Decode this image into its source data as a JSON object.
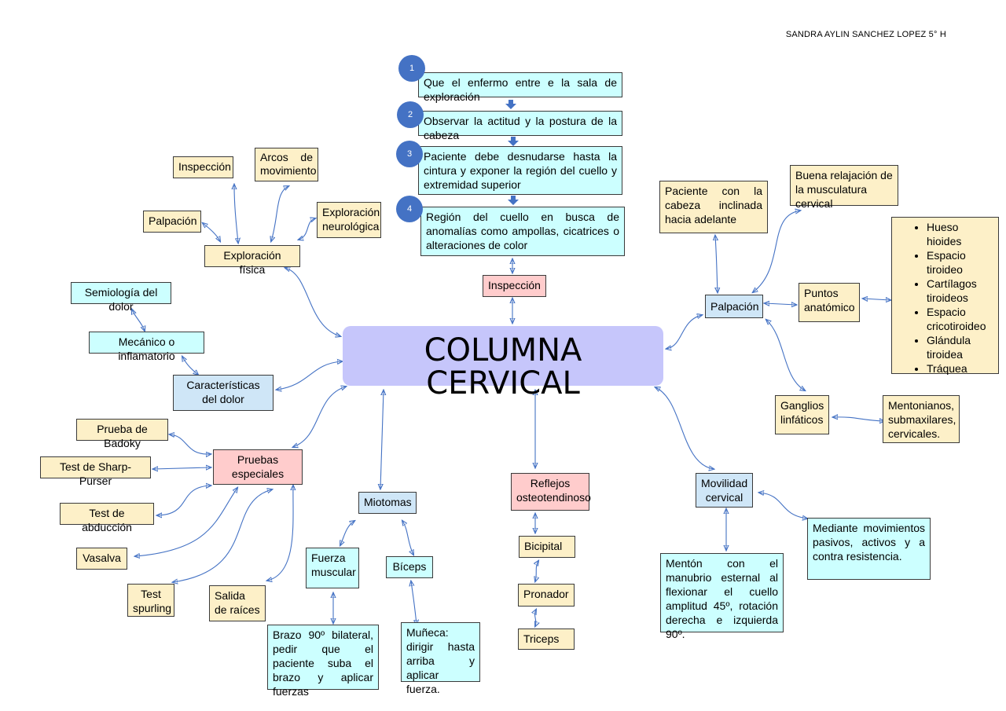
{
  "author": "SANDRA AYLIN SANCHEZ LOPEZ 5° H",
  "center": "COLUMNA CERVICAL",
  "steps": [
    {
      "num": "1",
      "text": "Que el enfermo entre e la sala de exploración"
    },
    {
      "num": "2",
      "text": "Observar la actitud y la postura de la cabeza"
    },
    {
      "num": "3",
      "text": "Paciente debe desnudarse hasta la cintura y exponer la región del cuello y extremidad superior"
    },
    {
      "num": "4",
      "text": "Región del cuello en busca de anomalías como ampollas, cicatrices o alteraciones de color"
    }
  ],
  "inspeccion": "Inspección",
  "exploracion": {
    "title": "Exploración física",
    "inspeccion": "Inspección",
    "arcos": "Arcos de movimiento",
    "palpacion": "Palpación",
    "neurologica": "Exploración neurológica"
  },
  "dolor": {
    "semiologia": "Semiología del dolor",
    "mecanico": "Mecánico o inflamatorio",
    "caracteristicas": "Características del dolor"
  },
  "pruebas": {
    "title": "Pruebas especiales",
    "badoky": "Prueba de Badoky",
    "sharp": "Test de Sharp-Purser",
    "abduccion": "Test de abducción",
    "vasalva": "Vasalva",
    "spurling": "Test spurling",
    "raices": "Salida de raíces"
  },
  "miotomas": {
    "title": "Miotomas",
    "fuerza": "Fuerza muscular",
    "biceps": "Bíceps",
    "brazo": "Brazo 90º bilateral, pedir que el paciente suba el brazo y aplicar fuerzas",
    "muneca": "Muñeca: dirigir hasta arriba y aplicar fuerza."
  },
  "reflejos": {
    "title": "Reflejos osteotendinoso",
    "bicipital": "Bicipital",
    "pronador": "Pronador",
    "triceps": "Triceps"
  },
  "movilidad": {
    "title": "Movilidad cervical",
    "menton": "Mentón con el manubrio esternal al flexionar el cuello amplitud 45º, rotación derecha e izquierda 90º.",
    "mediante": "Mediante movimientos pasivos, activos y a contra resistencia."
  },
  "palpacion": {
    "title": "Palpación",
    "paciente": "Paciente con la cabeza inclinada hacia adelante",
    "relajacion": "Buena relajación de la musculatura cervical",
    "puntos": "Puntos anatómico",
    "puntos_list": [
      "Hueso hioides",
      "Espacio tiroideo",
      "Cartílagos tiroideos",
      "Espacio cricotiroideo",
      "Glándula tiroidea",
      "Tráquea"
    ],
    "ganglios": "Ganglios linfáticos",
    "mentonianos": "Mentonianos, submaxilares, cervicales."
  },
  "colors": {
    "arrow": "#4472c4",
    "center": "#c6c6fb",
    "beige": "#fdf0c8",
    "cyan": "#ccffff",
    "light_blue": "#cfe6f7",
    "pink": "#ffcccc"
  }
}
